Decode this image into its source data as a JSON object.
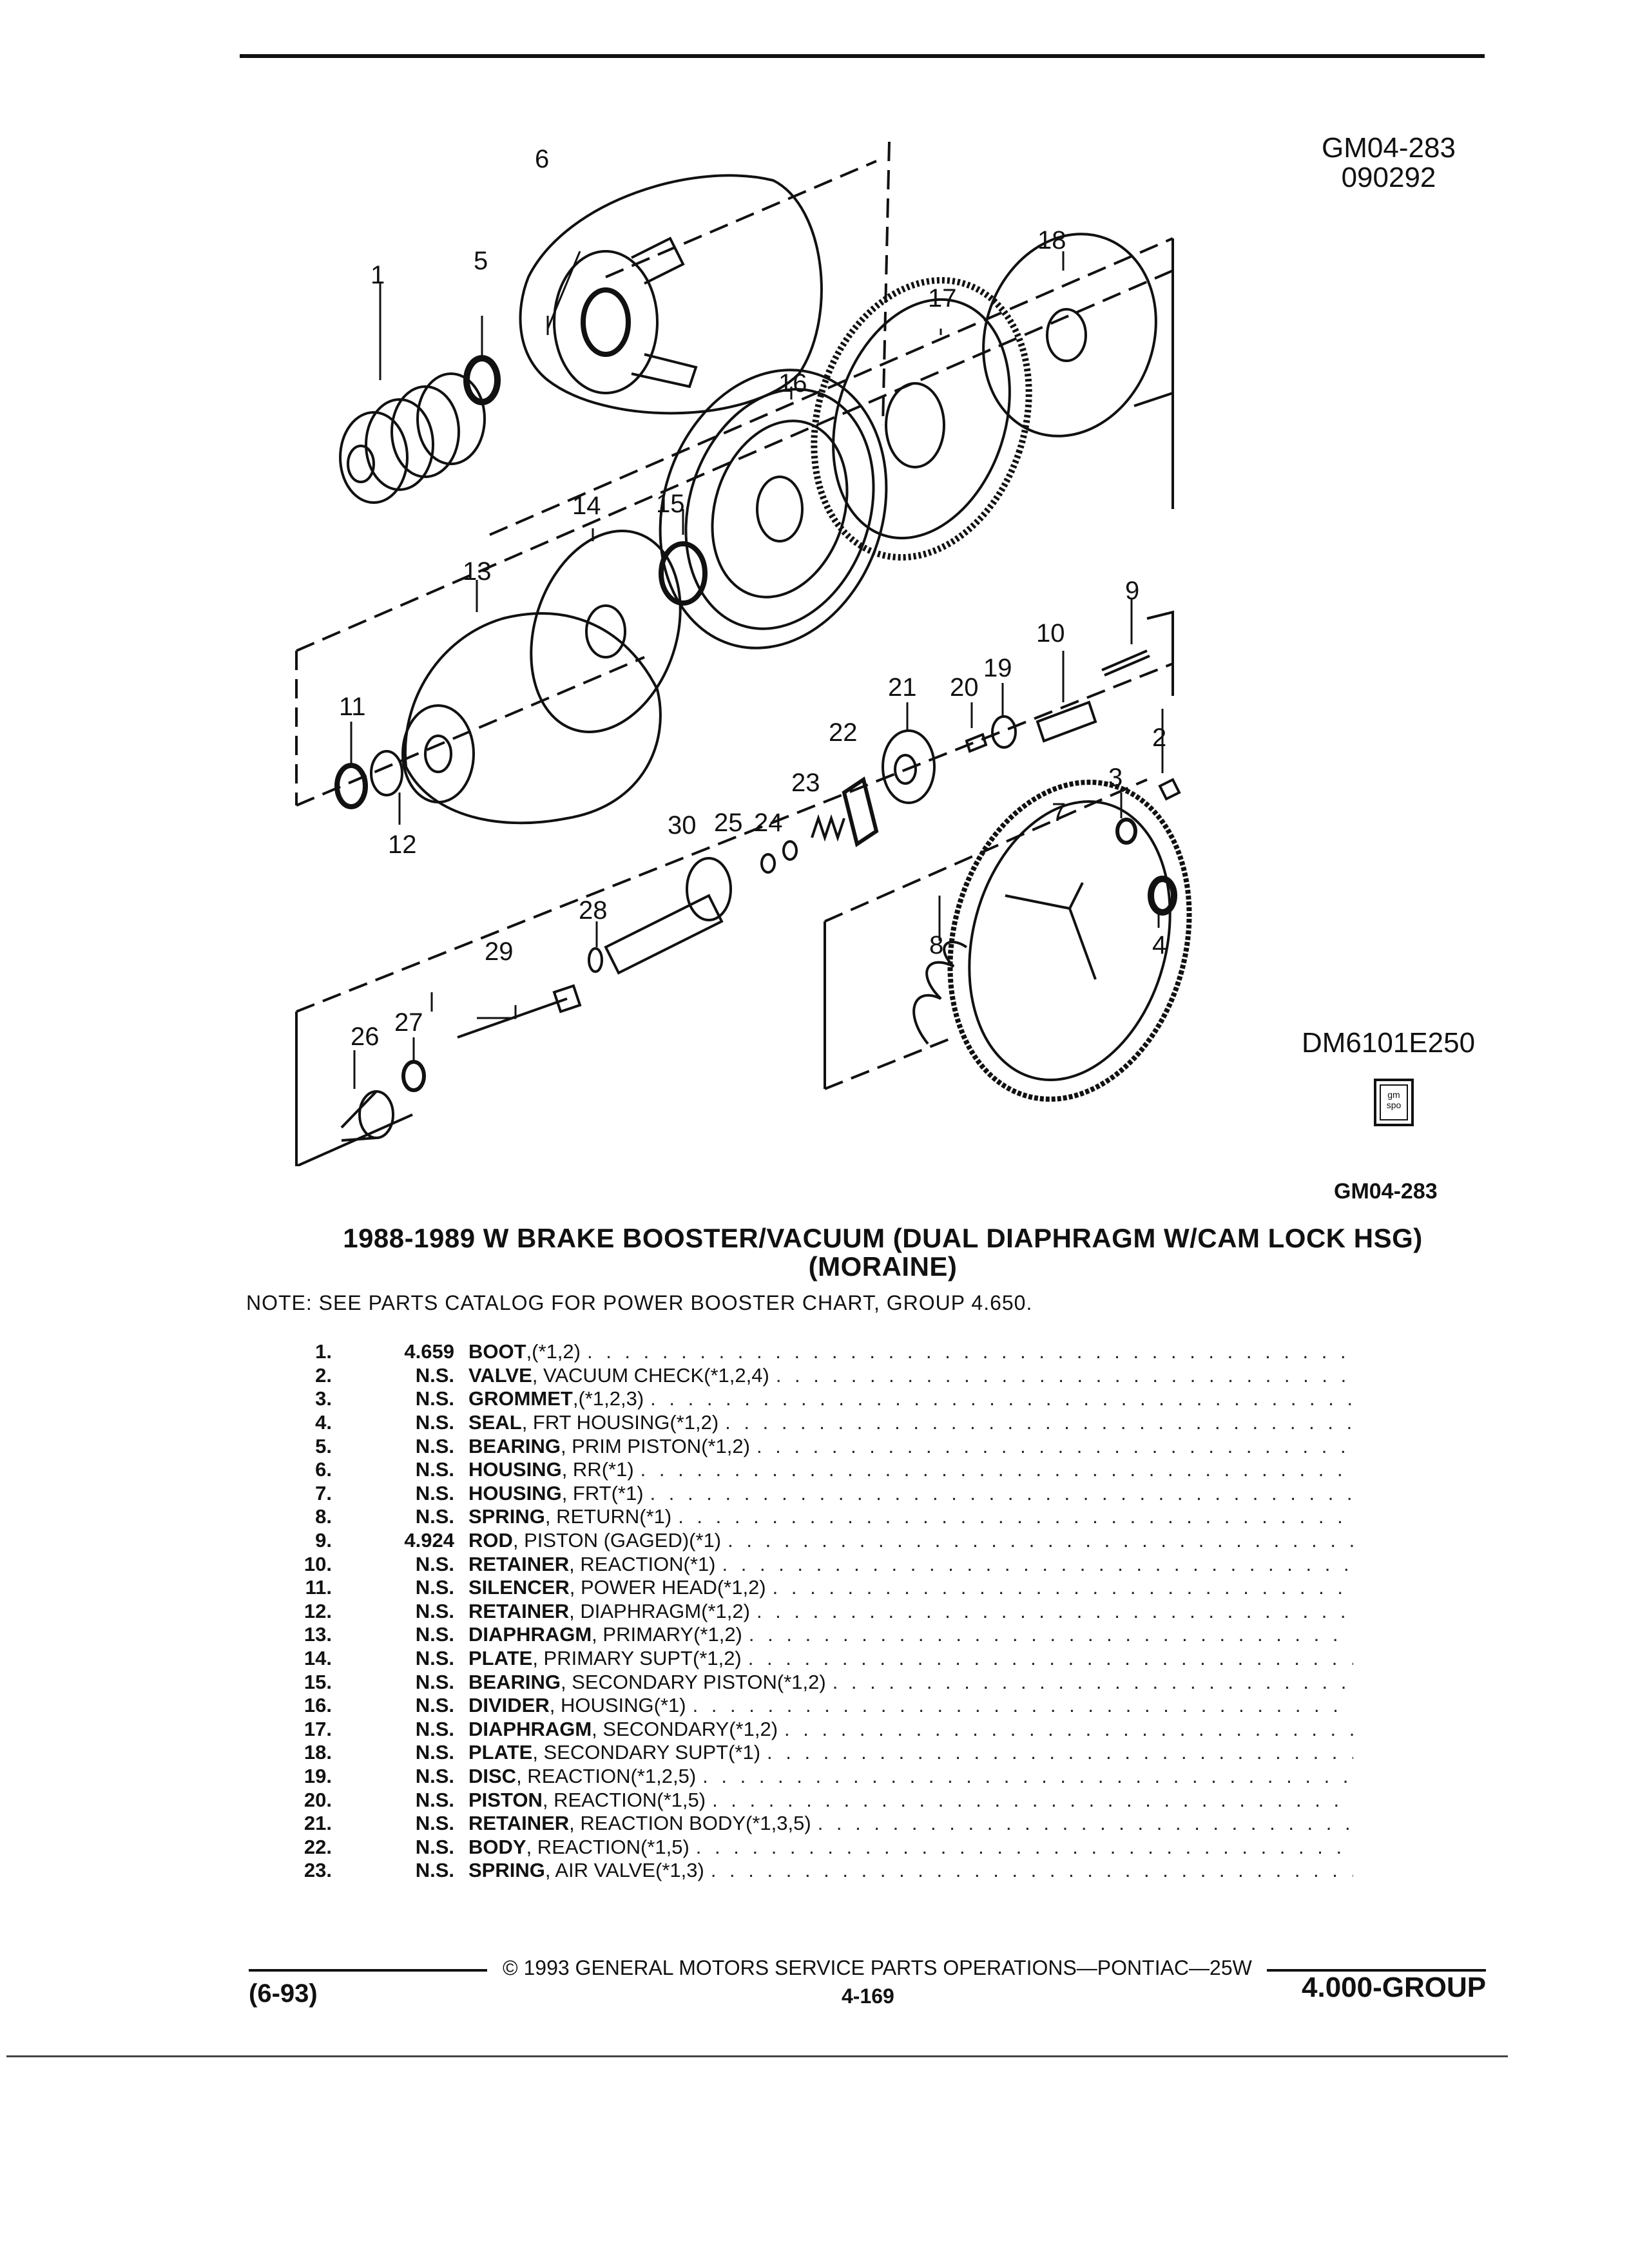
{
  "header": {
    "doc_id": "GM04-283",
    "doc_date": "090292"
  },
  "diagram": {
    "callouts": [
      "1",
      "2",
      "3",
      "4",
      "5",
      "6",
      "7",
      "8",
      "9",
      "10",
      "11",
      "12",
      "13",
      "14",
      "15",
      "16",
      "17",
      "18",
      "19",
      "20",
      "21",
      "22",
      "23",
      "24",
      "25",
      "26",
      "27",
      "28",
      "29",
      "30"
    ],
    "illustration_code": "DM6101E250",
    "logo_text": "gm spo"
  },
  "page_ref": "GM04-283",
  "title_line1": "1988-1989 W BRAKE BOOSTER/VACUUM (DUAL DIAPHRAGM W/CAM LOCK HSG)",
  "title_line2": "(MORAINE)",
  "note": "NOTE: SEE PARTS CATALOG FOR POWER BOOSTER CHART, GROUP 4.650.",
  "parts": [
    {
      "num": "1.",
      "code": "4.659",
      "name": "BOOT",
      "detail": ",(*1,2)"
    },
    {
      "num": "2.",
      "code": "N.S.",
      "name": "VALVE",
      "detail": ", VACUUM CHECK(*1,2,4)"
    },
    {
      "num": "3.",
      "code": "N.S.",
      "name": "GROMMET",
      "detail": ",(*1,2,3)"
    },
    {
      "num": "4.",
      "code": "N.S.",
      "name": "SEAL",
      "detail": ", FRT HOUSING(*1,2)"
    },
    {
      "num": "5.",
      "code": "N.S.",
      "name": "BEARING",
      "detail": ", PRIM PISTON(*1,2)"
    },
    {
      "num": "6.",
      "code": "N.S.",
      "name": "HOUSING",
      "detail": ", RR(*1)"
    },
    {
      "num": "7.",
      "code": "N.S.",
      "name": "HOUSING",
      "detail": ", FRT(*1)"
    },
    {
      "num": "8.",
      "code": "N.S.",
      "name": "SPRING",
      "detail": ", RETURN(*1)"
    },
    {
      "num": "9.",
      "code": "4.924",
      "name": "ROD",
      "detail": ", PISTON (GAGED)(*1)"
    },
    {
      "num": "10.",
      "code": "N.S.",
      "name": "RETAINER",
      "detail": ", REACTION(*1)"
    },
    {
      "num": "11.",
      "code": "N.S.",
      "name": "SILENCER",
      "detail": ", POWER HEAD(*1,2)"
    },
    {
      "num": "12.",
      "code": "N.S.",
      "name": "RETAINER",
      "detail": ", DIAPHRAGM(*1,2)"
    },
    {
      "num": "13.",
      "code": "N.S.",
      "name": "DIAPHRAGM",
      "detail": ", PRIMARY(*1,2)"
    },
    {
      "num": "14.",
      "code": "N.S.",
      "name": "PLATE",
      "detail": ", PRIMARY SUPT(*1,2)"
    },
    {
      "num": "15.",
      "code": "N.S.",
      "name": "BEARING",
      "detail": ", SECONDARY PISTON(*1,2)"
    },
    {
      "num": "16.",
      "code": "N.S.",
      "name": "DIVIDER",
      "detail": ", HOUSING(*1)"
    },
    {
      "num": "17.",
      "code": "N.S.",
      "name": "DIAPHRAGM",
      "detail": ", SECONDARY(*1,2)"
    },
    {
      "num": "18.",
      "code": "N.S.",
      "name": "PLATE",
      "detail": ", SECONDARY SUPT(*1)"
    },
    {
      "num": "19.",
      "code": "N.S.",
      "name": "DISC",
      "detail": ", REACTION(*1,2,5)"
    },
    {
      "num": "20.",
      "code": "N.S.",
      "name": "PISTON",
      "detail": ", REACTION(*1,5)"
    },
    {
      "num": "21.",
      "code": "N.S.",
      "name": "RETAINER",
      "detail": ", REACTION BODY(*1,3,5)"
    },
    {
      "num": "22.",
      "code": "N.S.",
      "name": "BODY",
      "detail": ", REACTION(*1,5)"
    },
    {
      "num": "23.",
      "code": "N.S.",
      "name": "SPRING",
      "detail": ", AIR VALVE(*1,3)"
    }
  ],
  "footer": {
    "copyright": "© 1993 GENERAL MOTORS SERVICE PARTS OPERATIONS—PONTIAC—25W",
    "page_number": "4-169",
    "revision": "(6-93)",
    "group": "4.000-GROUP"
  },
  "leader_dots": ". . . . . . . . . . . . . . . . . . . . . . . . . . . . . . . . . . . . . . . . . . . . . . . . . . . . . . . . . . . . . . . . . . . . . . . . . . . . . . ."
}
